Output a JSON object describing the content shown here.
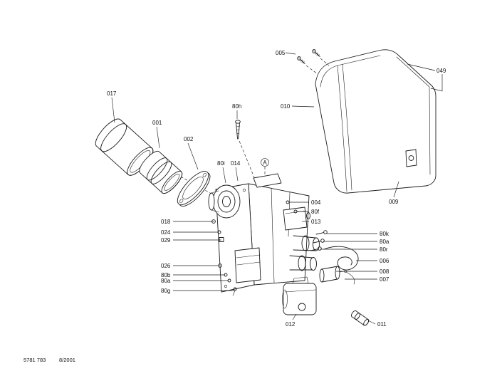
{
  "document": {
    "doc_number": "5781 783",
    "doc_date": "8/2001"
  },
  "callouts": {
    "part_017": "017",
    "part_001": "001",
    "part_002": "002",
    "part_80h": "80h",
    "part_80i": "80i",
    "part_014": "014",
    "detail_a": "A",
    "part_005": "005",
    "part_049": "049",
    "part_010": "010",
    "part_009": "009",
    "part_004": "004",
    "part_80f": "80f",
    "part_013": "013",
    "part_80k": "80k",
    "part_80a_right": "80a",
    "part_80r": "80r",
    "part_006": "006",
    "part_008": "008",
    "part_007": "007",
    "part_018": "018",
    "part_024": "024",
    "part_029": "029",
    "part_026": "026",
    "part_80b": "80b",
    "part_80a_left": "80a",
    "part_80g": "80g",
    "part_012": "012",
    "part_011": "011"
  },
  "colors": {
    "line": "#1c1c1c",
    "background": "#ffffff"
  }
}
